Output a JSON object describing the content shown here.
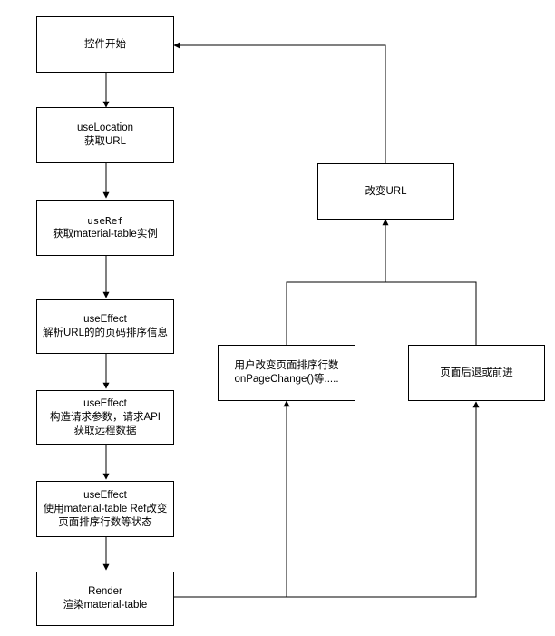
{
  "nodes": {
    "start": {
      "line1": "控件开始"
    },
    "use_location": {
      "line1": "useLocation",
      "line2": "获取URL"
    },
    "use_ref": {
      "line1": "useRef",
      "line2": "获取material-table实例"
    },
    "use_effect_parse": {
      "line1": "useEffect",
      "line2": "解析URL的的页码排序信息"
    },
    "use_effect_fetch": {
      "line1": "useEffect",
      "line2": "构造请求参数，请求API",
      "line3": "获取远程数据"
    },
    "use_effect_ref": {
      "line1": "useEffect",
      "line2": "使用material-table Ref改变",
      "line3": "页面排序行数等状态"
    },
    "render": {
      "line1": "Render",
      "line2": "渲染material-table"
    },
    "change_url": {
      "line1": "改变URL"
    },
    "user_change": {
      "line1": "用户改变页面排序行数",
      "line2": "onPageChange()等....."
    },
    "page_nav": {
      "line1": "页面后退或前进"
    }
  },
  "colors": {
    "stroke": "#000000",
    "background": "#ffffff"
  }
}
